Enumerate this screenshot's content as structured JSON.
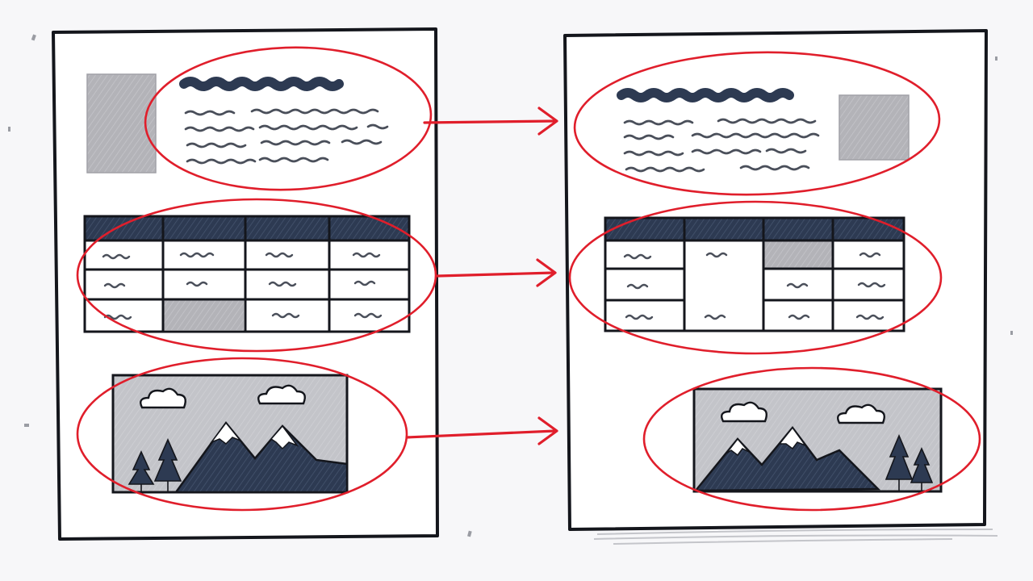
{
  "colors": {
    "background": "#f7f7f9",
    "page_stroke": "#14161c",
    "highlight": "#e01e2b",
    "ink_dark": "#2d3a52",
    "placeholder_gray": "#b3b3b8",
    "squiggle": "#4a4f5a",
    "sky": "#c3c4c9",
    "snow": "#ffffff"
  },
  "icons": {
    "arrow": "right-arrow-icon",
    "image": "landscape-image-icon",
    "cloud": "cloud-icon",
    "tree": "pine-tree-icon"
  },
  "diagram": {
    "pages": [
      "original-document",
      "reflowed-document"
    ],
    "blocks": [
      "text-block",
      "table-block",
      "image-block"
    ],
    "table": {
      "rows": 3,
      "columns": 4
    }
  }
}
